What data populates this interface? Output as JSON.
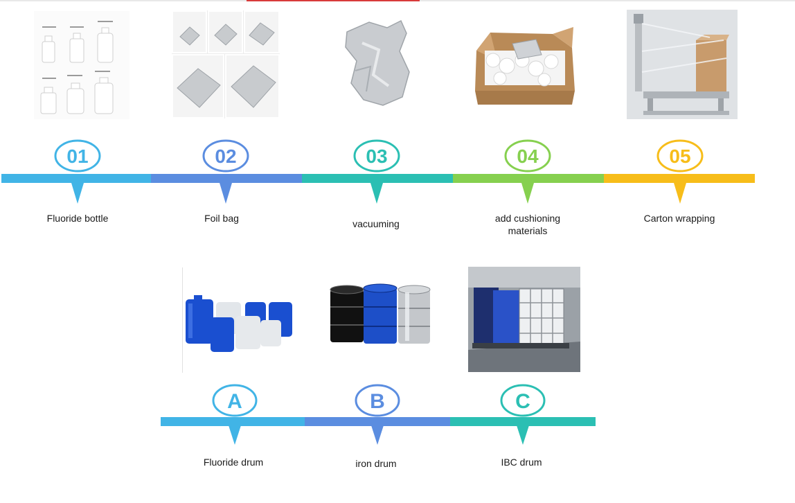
{
  "top_row": {
    "steps": [
      {
        "number": "01",
        "label": "Fluoride bottle",
        "color": "#41b4e6",
        "image": "fluoride-bottles-photo"
      },
      {
        "number": "02",
        "label": "Foil bag",
        "color": "#5b8de0",
        "image": "foil-bags-photo"
      },
      {
        "number": "03",
        "label": "vacuuming",
        "color": "#2bbfb3",
        "image": "vacuum-foil-bag-photo"
      },
      {
        "number": "04",
        "label": "add cushioning\nmaterials",
        "color": "#86d04f",
        "image": "carton-cushioning-photo"
      },
      {
        "number": "05",
        "label": "Carton wrapping",
        "color": "#f7bd1a",
        "image": "carton-wrapping-machine-photo"
      }
    ]
  },
  "bottom_row": {
    "steps": [
      {
        "letter": "A",
        "label": "Fluoride drum",
        "color": "#41b4e6",
        "image": "plastic-drums-photo"
      },
      {
        "letter": "B",
        "label": "iron drum",
        "color": "#5b8de0",
        "image": "iron-drums-photo"
      },
      {
        "letter": "C",
        "label": "IBC drum",
        "color": "#2bbfb3",
        "image": "ibc-totes-photo"
      }
    ]
  }
}
